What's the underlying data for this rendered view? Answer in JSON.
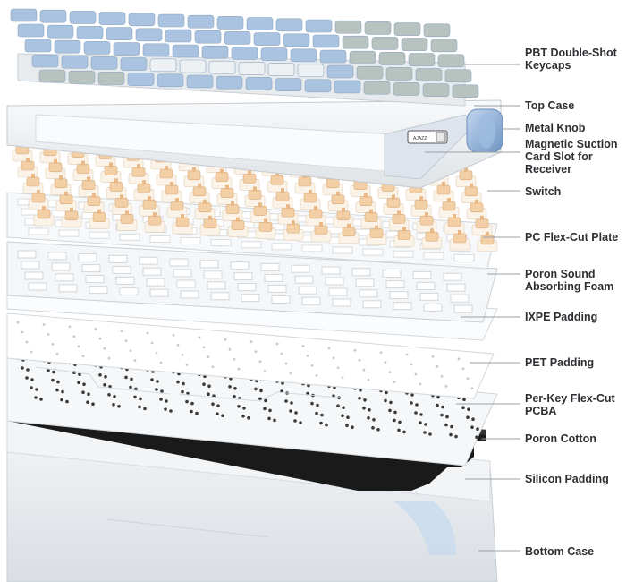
{
  "labels": {
    "keycaps": "PBT Double-Shot\nKeycaps",
    "top_case": "Top Case",
    "metal_knob": "Metal Knob",
    "card_slot": "Magnetic Suction\nCard Slot for\nReceiver",
    "switch": "Switch",
    "pc_plate": "PC Flex-Cut Plate",
    "poron_foam": "Poron Sound\nAbsorbing Foam",
    "ixpe": "IXPE Padding",
    "pet": "PET Padding",
    "pcba": "Per-Key Flex-Cut\nPCBA",
    "poron_cotton": "Poron Cotton",
    "silicon": "Silicon Padding",
    "bottom_case": "Bottom Case"
  },
  "receiver_text": "AJAZZ",
  "colors": {
    "label_text": "#2d2f33",
    "leader_line": "#9aa0a6",
    "keycap_blue": "#a9c3e0",
    "keycap_grey": "#b8c3c0",
    "keycap_white": "#eef1f3",
    "knob_blue": "#8fb1d6",
    "switch_peach": "#f3cfa6",
    "pcb_black": "#1a1a1a"
  }
}
